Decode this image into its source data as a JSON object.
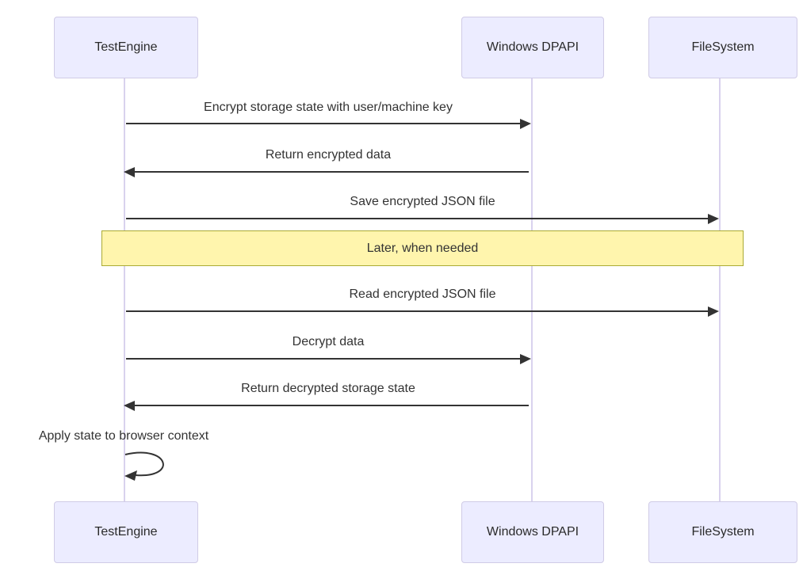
{
  "diagram": {
    "type": "sequence-diagram",
    "actors": [
      {
        "id": "testengine",
        "label": "TestEngine"
      },
      {
        "id": "dpapi",
        "label": "Windows DPAPI"
      },
      {
        "id": "filesystem",
        "label": "FileSystem"
      }
    ],
    "messages": [
      {
        "from": "TestEngine",
        "to": "Windows DPAPI",
        "label": "Encrypt storage state with user/machine key",
        "direction": "right"
      },
      {
        "from": "Windows DPAPI",
        "to": "TestEngine",
        "label": "Return encrypted data",
        "direction": "left"
      },
      {
        "from": "TestEngine",
        "to": "FileSystem",
        "label": "Save encrypted JSON file",
        "direction": "right"
      },
      {
        "from": "TestEngine",
        "to": "FileSystem",
        "label": "Read encrypted JSON file",
        "direction": "right"
      },
      {
        "from": "TestEngine",
        "to": "Windows DPAPI",
        "label": "Decrypt data",
        "direction": "right"
      },
      {
        "from": "Windows DPAPI",
        "to": "TestEngine",
        "label": "Return decrypted storage state",
        "direction": "left"
      },
      {
        "from": "TestEngine",
        "to": "TestEngine",
        "label": "Apply state to browser context",
        "direction": "self"
      }
    ],
    "note": {
      "label": "Later, when needed"
    },
    "colors": {
      "actor_fill": "#ececff",
      "actor_border": "#d0cbe6",
      "lifeline": "#d9d2ee",
      "note_fill": "#fff5ad",
      "note_border": "#aaaa33",
      "text": "#333333",
      "arrow": "#333333"
    }
  }
}
